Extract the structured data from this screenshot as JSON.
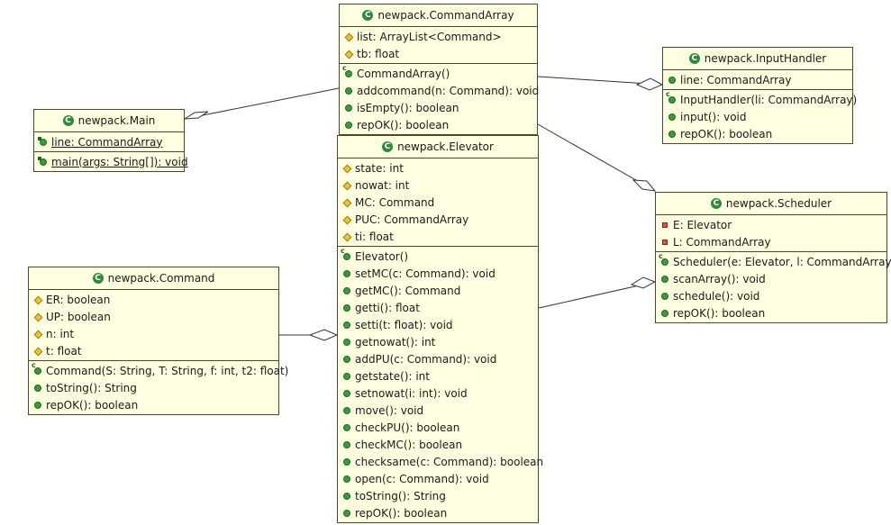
{
  "icons": {
    "class": "class-icon",
    "protected_field": "protected-field-icon",
    "public_field": "public-field-icon",
    "private_field": "private-field-icon",
    "public_method": "public-method-icon",
    "constructor": "constructor-icon"
  },
  "colors": {
    "class_fill": "#ffffe1",
    "border": "#4a4a2a",
    "line": "#333333",
    "icon_green": "#2e8b3c"
  },
  "classes": {
    "command_array": {
      "name": "newpack.CommandArray",
      "fields": [
        "list: ArrayList<Command>",
        "tb: float"
      ],
      "methods": [
        "CommandArray()",
        "addcommand(n: Command): void",
        "isEmpty(): boolean",
        "repOK(): boolean"
      ]
    },
    "input_handler": {
      "name": "newpack.InputHandler",
      "fields": [
        "line: CommandArray"
      ],
      "methods": [
        "InputHandler(li: CommandArray)",
        "input(): void",
        "repOK(): boolean"
      ]
    },
    "main": {
      "name": "newpack.Main",
      "fields": [
        "line: CommandArray"
      ],
      "methods": [
        "main(args: String[]): void"
      ]
    },
    "elevator": {
      "name": "newpack.Elevator",
      "fields": [
        "state: int",
        "nowat: int",
        "MC: Command",
        "PUC: CommandArray",
        "ti: float"
      ],
      "methods": [
        "Elevator()",
        "setMC(c: Command): void",
        "getMC(): Command",
        "getti(): float",
        "setti(t: float): void",
        "getnowat(): int",
        "addPU(c: Command): void",
        "getstate(): int",
        "setnowat(i: int): void",
        "move(): void",
        "checkPU(): boolean",
        "checkMC(): boolean",
        "checksame(c: Command): boolean",
        "open(c: Command): void",
        "toString(): String",
        "repOK(): boolean"
      ]
    },
    "scheduler": {
      "name": "newpack.Scheduler",
      "fields": [
        "E: Elevator",
        "L: CommandArray"
      ],
      "methods": [
        "Scheduler(e: Elevator, l: CommandArray)",
        "scanArray(): void",
        "schedule(): void",
        "repOK(): boolean"
      ]
    },
    "command": {
      "name": "newpack.Command",
      "fields": [
        "ER: boolean",
        "UP: boolean",
        "n: int",
        "t: float"
      ],
      "methods": [
        "Command(S: String, T: String, f: int, t2: float)",
        "toString(): String",
        "repOK(): boolean"
      ]
    }
  }
}
